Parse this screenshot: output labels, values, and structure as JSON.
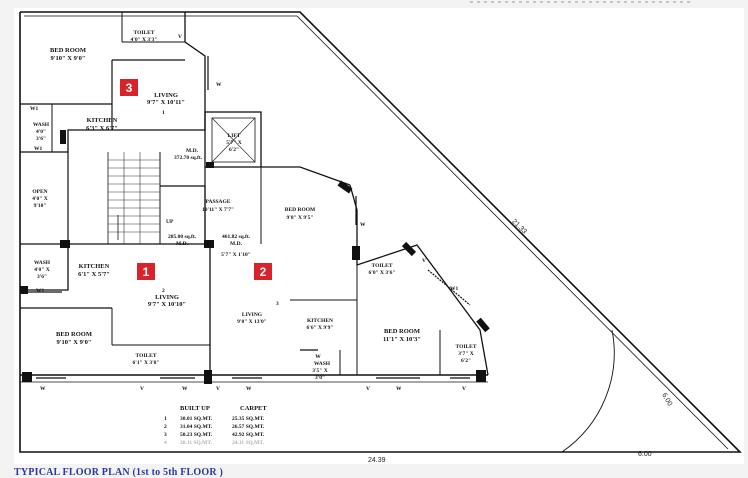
{
  "rooms": {
    "u3_bedroom": [
      "BED ROOM",
      "9'10\" X 9'0\""
    ],
    "u3_toilet": [
      "TOILET",
      "4'0\" X 3'3\""
    ],
    "u3_living": [
      "LIVING",
      "9'7\" X 10'11\""
    ],
    "u3_wash": [
      "WASH",
      "4'0\"",
      "3'6\""
    ],
    "u3_kitchen": [
      "KITCHEN",
      "6'3\" X 6'7\""
    ],
    "u3_md": [
      "M.D.",
      "372.70 sq.ft."
    ],
    "lift": [
      "LIFT",
      "5'7\" X",
      "6'2\""
    ],
    "open": [
      "OPEN",
      "4'0\" X",
      "9'10\""
    ],
    "passage": [
      "PASSAGE",
      "10'11\" X 7'7\""
    ],
    "u2_bedroom": [
      "BED ROOM",
      "9'8\" X 9'5\""
    ],
    "u1_md": [
      "285.00 sq.ft.",
      "M.D."
    ],
    "u2_md": [
      "461.82 sq.ft.",
      "M.D.",
      "5'7\" X 1'10\""
    ],
    "u1_wash": [
      "WASH",
      "4'0\" X",
      "3'6\""
    ],
    "u1_kitchen": [
      "KITCHEN",
      "6'1\" X 5'7\""
    ],
    "u1_living": [
      "LIVING",
      "9'7\" X 10'10\""
    ],
    "u2_toilet1": [
      "TOILET",
      "6'0\" X 3'6\""
    ],
    "u2_living": [
      "LIVING",
      "9'0\" X 13'0\""
    ],
    "u2_kitchen": [
      "KITCHEN",
      "6'6\" X 9'9\""
    ],
    "u2_bedroom2": [
      "BED ROOM",
      "11'1\" X 10'3\""
    ],
    "u2_toilet2": [
      "TOILET",
      "3'7\" X",
      "6'2\""
    ],
    "u2_wash": [
      "W",
      "WASH",
      "3'5\" X",
      "3'0\""
    ],
    "u1_bedroom": [
      "BED ROOM",
      "9'10\" X 9'0\""
    ],
    "u1_toilet": [
      "TOILET",
      "6'1\" X 3'8\""
    ]
  },
  "markers": {
    "unit3": "3",
    "unit1": "1",
    "unit2": "2",
    "living3_num": "1",
    "living1_num": "2",
    "living2_num": "3",
    "up": "UP"
  },
  "openings": {
    "w": "W",
    "w1": "W1",
    "v": "V"
  },
  "dimensions": {
    "diagonal": "21.33",
    "bottom": "24.39",
    "corner_diag": "6.00",
    "corner_bottom": "6.00"
  },
  "area_table": {
    "header_builtup": "BUILT UP",
    "header_carpet": "CARPET",
    "rows": [
      {
        "no": "1",
        "builtup": "30.01 SQ.MT.",
        "carpet": "25.35 SQ.MT."
      },
      {
        "no": "2",
        "builtup": "31.04 SQ.MT.",
        "carpet": "26.57 SQ.MT."
      },
      {
        "no": "3",
        "builtup": "50.23 SQ.MT.",
        "carpet": "42.92 SQ.MT."
      },
      {
        "no": "4",
        "builtup": "28.11 SQ.MT.",
        "carpet": "24.11 SQ.MT."
      }
    ]
  },
  "caption": "TYPICAL FLOOR PLAN (1st to 5th FLOOR )",
  "colors": {
    "marker": "#d8232a",
    "caption": "#2a3a9a"
  }
}
